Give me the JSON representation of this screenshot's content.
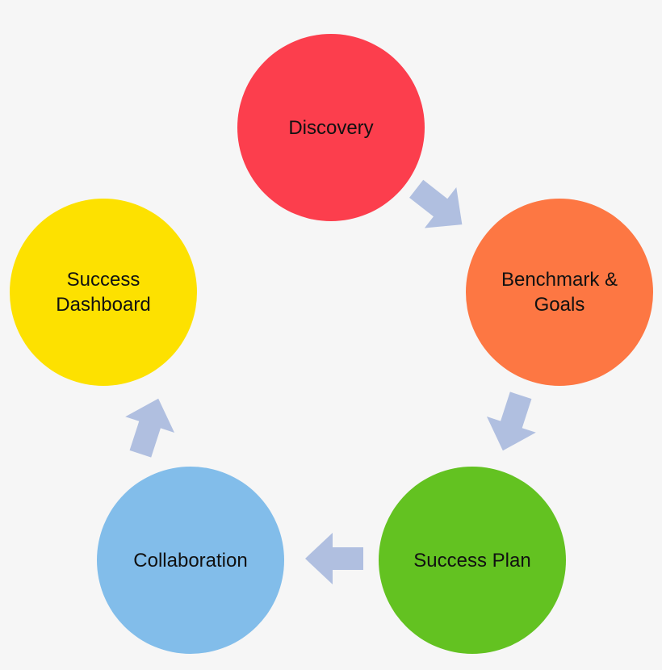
{
  "diagram": {
    "nodes": [
      {
        "id": "discovery",
        "label": "Discovery",
        "color": "#fc3e4d"
      },
      {
        "id": "benchmark",
        "label": "Benchmark &\nGoals",
        "color": "#fd7743"
      },
      {
        "id": "success-plan",
        "label": "Success Plan",
        "color": "#63c221"
      },
      {
        "id": "collaboration",
        "label": "Collaboration",
        "color": "#82bdea"
      },
      {
        "id": "dashboard",
        "label": "Success\nDashboard",
        "color": "#fde100"
      }
    ],
    "arrow_color": "#b0bfe0",
    "arrow_icon": "block-arrow-icon"
  }
}
